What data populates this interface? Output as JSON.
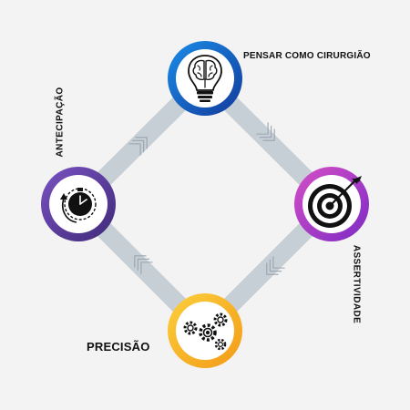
{
  "diagram": {
    "nodes": [
      {
        "id": "top",
        "label": "PENSAR COMO CIRURGIÃO",
        "icon": "brain-lightbulb-icon",
        "colors": [
          "#1b8de8",
          "#123a9c"
        ]
      },
      {
        "id": "right",
        "label": "ASSERTIVIDADE",
        "icon": "target-dart-icon",
        "colors": [
          "#d64fc7",
          "#7c2bc4"
        ]
      },
      {
        "id": "bottom",
        "label": "PRECISÃO",
        "icon": "gears-icon",
        "colors": [
          "#fbd03c",
          "#f39a16"
        ]
      },
      {
        "id": "left",
        "label": "ANTECIPAÇÃO",
        "icon": "stopwatch-icon",
        "colors": [
          "#7a52c2",
          "#3f2a78"
        ]
      }
    ],
    "connector_color": "#c6ced6",
    "arrow_color": "#9aa4ad"
  }
}
